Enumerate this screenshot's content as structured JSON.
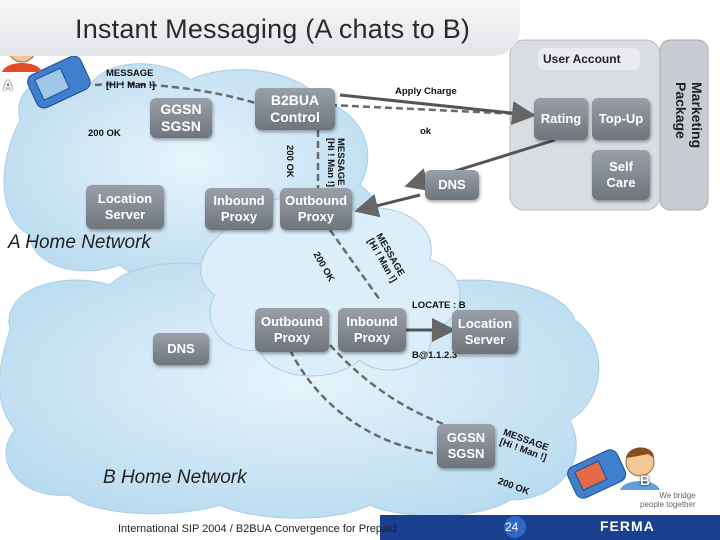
{
  "title": "Instant Messaging (A chats to B)",
  "labels": {
    "user_a": "A",
    "user_b": "B",
    "msg_a": "MESSAGE",
    "msg_a2": "[Hi ! Man !]",
    "ok_200_a": "200 OK",
    "ggsn_a": "GGSN",
    "sgsn_a": "SGSN",
    "b2bua": "B2BUA",
    "control": "Control",
    "apply_charge": "Apply Charge",
    "ok": "ok",
    "user_account": "User Account",
    "rating": "Rating",
    "topup": "Top-Up",
    "self": "Self",
    "care": "Care",
    "marketing": "Marketing",
    "package": "Package",
    "dns_top": "DNS",
    "location_a_1": "Location",
    "location_a_2": "Server",
    "inbound_a_1": "Inbound",
    "inbound_a_2": "Proxy",
    "outbound_a_1": "Outbound",
    "outbound_a_2": "Proxy",
    "msg_vert": "MESSAGE",
    "msg_vert2": "[Hi ! Man !]",
    "ok_vert": "200 OK",
    "a_home": "A Home Network",
    "msg_diag": "MESSAGE",
    "msg_diag2": "[Hi ! Man !]",
    "ok_diag": "200 OK",
    "locate": "LOCATE : B",
    "b_addr": "B@1.1.2.3",
    "outbound_b_1": "Outbound",
    "outbound_b_2": "Proxy",
    "inbound_b_1": "Inbound",
    "inbound_b_2": "Proxy",
    "location_b_1": "Location",
    "location_b_2": "Server",
    "dns_b": "DNS",
    "ggsn_b": "GGSN",
    "sgsn_b": "SGSN",
    "msg_b": "MESSAGE",
    "msg_b2": "[Hi ! Man !]",
    "ok_b": "200 OK",
    "b_home": "B Home Network",
    "footer": "International SIP 2004 / B2BUA Convergence for Prepaid",
    "page": "24",
    "brand": "FERMA",
    "tagline1": "We bridge",
    "tagline2": "people together"
  },
  "colors": {
    "cloud": "#cfe6f5",
    "box": "#7d838b",
    "arrow": "#555555",
    "brand_bar": "#1b3f8f"
  }
}
